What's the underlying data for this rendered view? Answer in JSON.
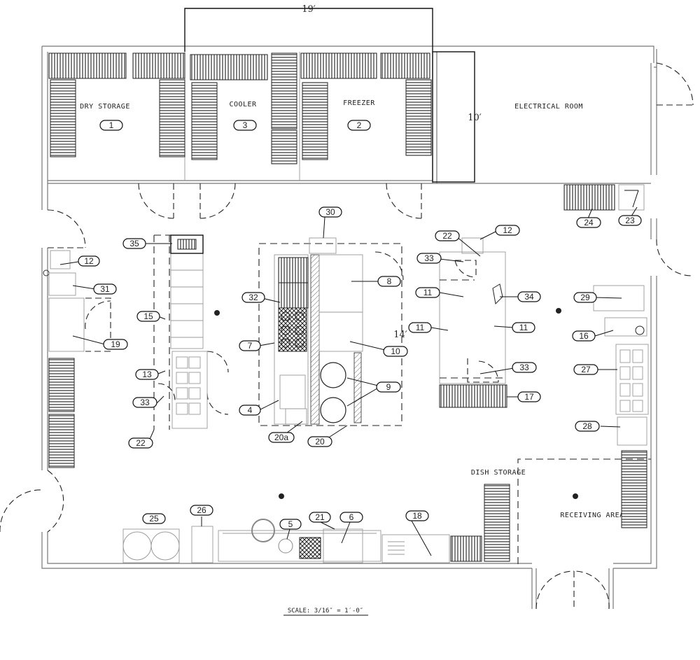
{
  "dimensions": {
    "top": "19′",
    "vertical": "10′",
    "middle": "14′"
  },
  "rooms": {
    "dry_storage": "DRY STORAGE",
    "cooler": "COOLER",
    "freezer": "FREEZER",
    "electrical_room": "ELECTRICAL ROOM",
    "dish_storage": "DISH STORAGE",
    "receiving_area": "RECEIVING AREA"
  },
  "scale": "SCALE:  3/16″ = 1′-0″",
  "tags": {
    "t1": "1",
    "t2": "2",
    "t3": "3",
    "t4": "4",
    "t5": "5",
    "t6": "6",
    "t7": "7",
    "t8": "8",
    "t9": "9",
    "t10": "10",
    "t11a": "11",
    "t11b": "11",
    "t11c": "11",
    "t12a": "12",
    "t12b": "12",
    "t13": "13",
    "t15": "15",
    "t16": "16",
    "t17": "17",
    "t18": "18",
    "t19": "19",
    "t20": "20",
    "t20a": "20a",
    "t21": "21",
    "t22a": "22",
    "t22b": "22",
    "t23": "23",
    "t24": "24",
    "t25": "25",
    "t26": "26",
    "t27": "27",
    "t28": "28",
    "t29": "29",
    "t30": "30",
    "t31": "31",
    "t32": "32",
    "t33a": "33",
    "t33b": "33",
    "t33c": "33",
    "t34": "34",
    "t35": "35"
  }
}
